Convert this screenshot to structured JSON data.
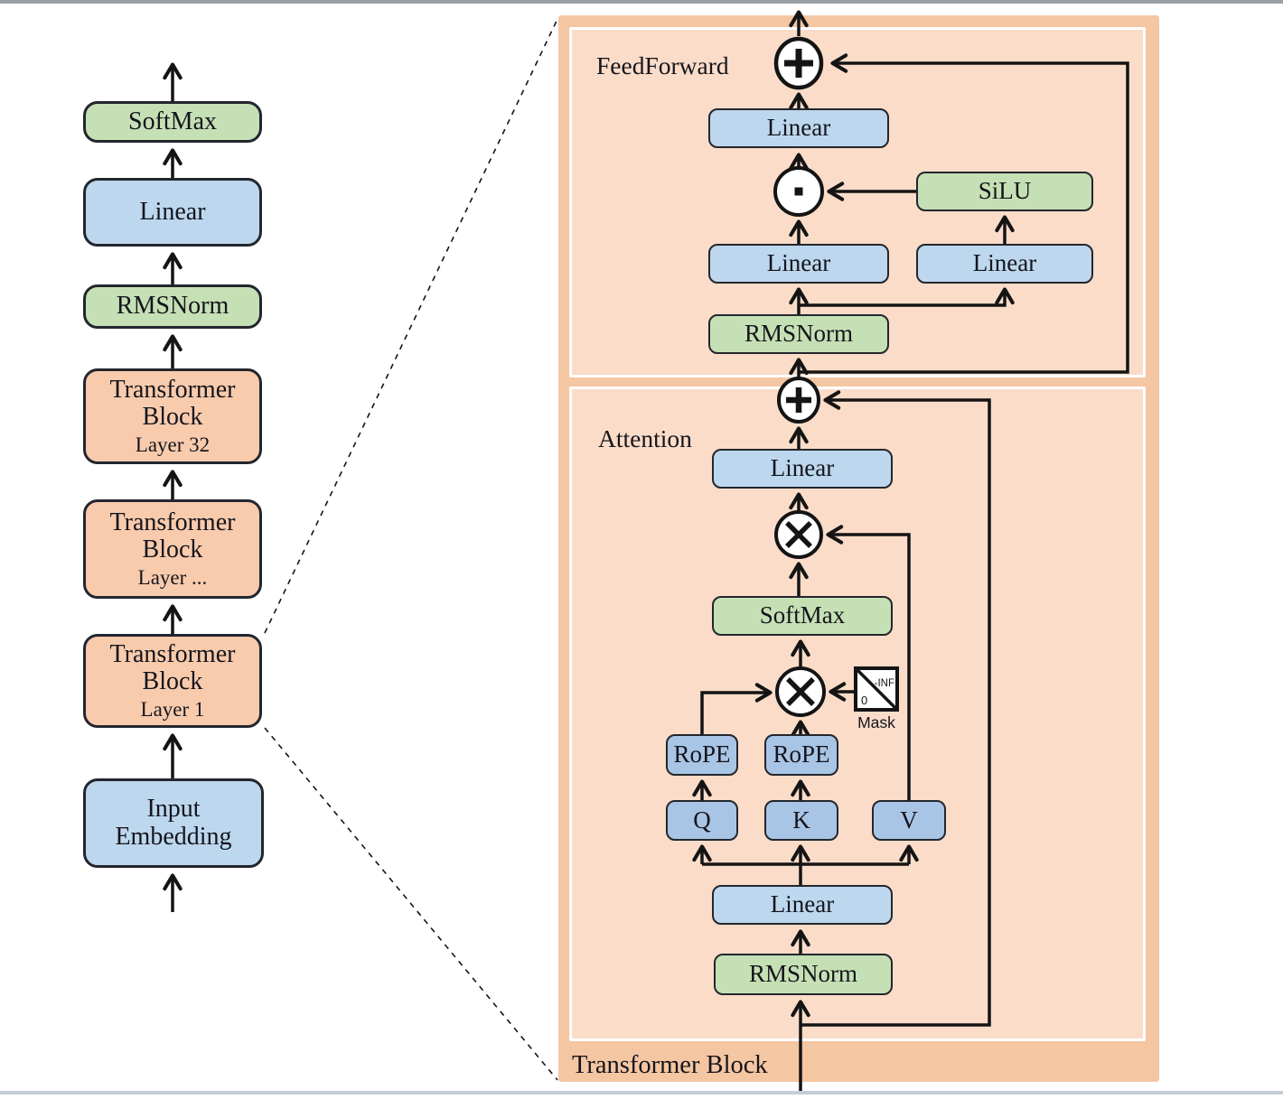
{
  "colors": {
    "panel_outer": "#f5c6a2",
    "panel_inner": "#fadcc8",
    "box_blue": "#bdd7ee",
    "box_blue_dark": "#a9c5e6",
    "box_green": "#c5e0b4",
    "box_orange": "#f8cbad",
    "line": "#141414",
    "ink": "#15151c",
    "rule_top": "#9aa0a6",
    "rule_bottom": "#c3cdd6"
  },
  "left_column": {
    "softmax": "SoftMax",
    "linear": "Linear",
    "rmsnorm": "RMSNorm",
    "block_top": {
      "l1": "Transformer",
      "l2": "Block",
      "l3": "Layer 32"
    },
    "block_mid": {
      "l1": "Transformer",
      "l2": "Block",
      "l3": "Layer ..."
    },
    "block_bottom": {
      "l1": "Transformer",
      "l2": "Block",
      "l3": "Layer 1"
    },
    "input_embedding": {
      "l1": "Input",
      "l2": "Embedding"
    }
  },
  "right_panel": {
    "title": "Transformer Block",
    "feedforward": {
      "label": "FeedForward",
      "linear_out": "Linear",
      "silu": "SiLU",
      "linear_left": "Linear",
      "linear_right": "Linear",
      "rmsnorm": "RMSNorm"
    },
    "attention": {
      "label": "Attention",
      "linear_out": "Linear",
      "softmax": "SoftMax",
      "rope_q": "RoPE",
      "rope_k": "RoPE",
      "q": "Q",
      "k": "K",
      "v": "V",
      "mask_label": "Mask",
      "mask_neg_inf": "-INF",
      "mask_zero": "0",
      "linear_in": "Linear",
      "rmsnorm": "RMSNorm"
    },
    "icons": {
      "residual_add": "plus-circle",
      "matmul": "multiply-circle",
      "elementwise_product": "dot-circle"
    }
  }
}
